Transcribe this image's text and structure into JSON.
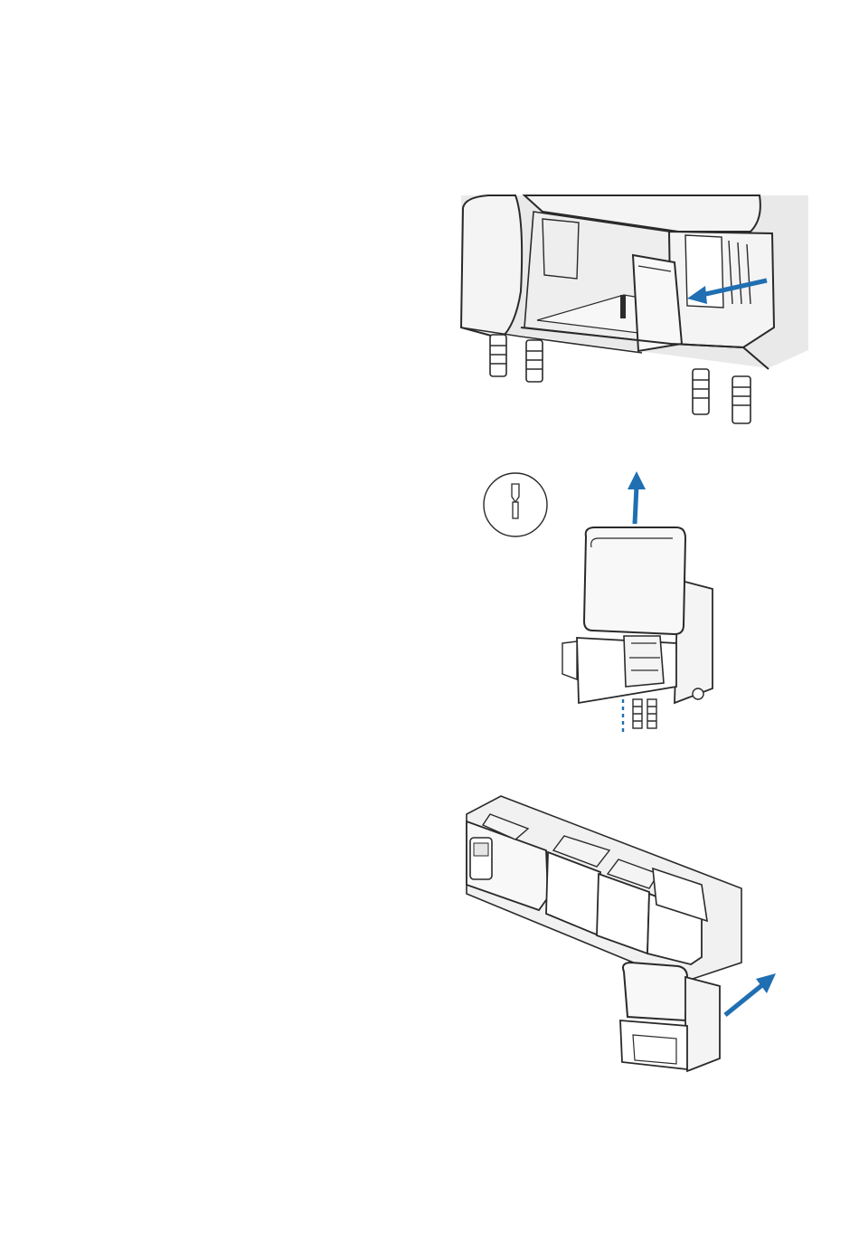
{
  "colors": {
    "arrow": "#1f6fb2",
    "line": "#2a2a2a",
    "panel_fill": "#e9e9e9",
    "light_fill": "#f4f4f4"
  },
  "figures": [
    {
      "name": "remove-drip-tray-cover",
      "arrow_direction": "left"
    },
    {
      "name": "lift-module-off",
      "arrow_direction": "up",
      "tool_icon": "screwdriver-bit-icon"
    },
    {
      "name": "slide-module-out-of-row",
      "arrow_direction": "up-right"
    }
  ]
}
